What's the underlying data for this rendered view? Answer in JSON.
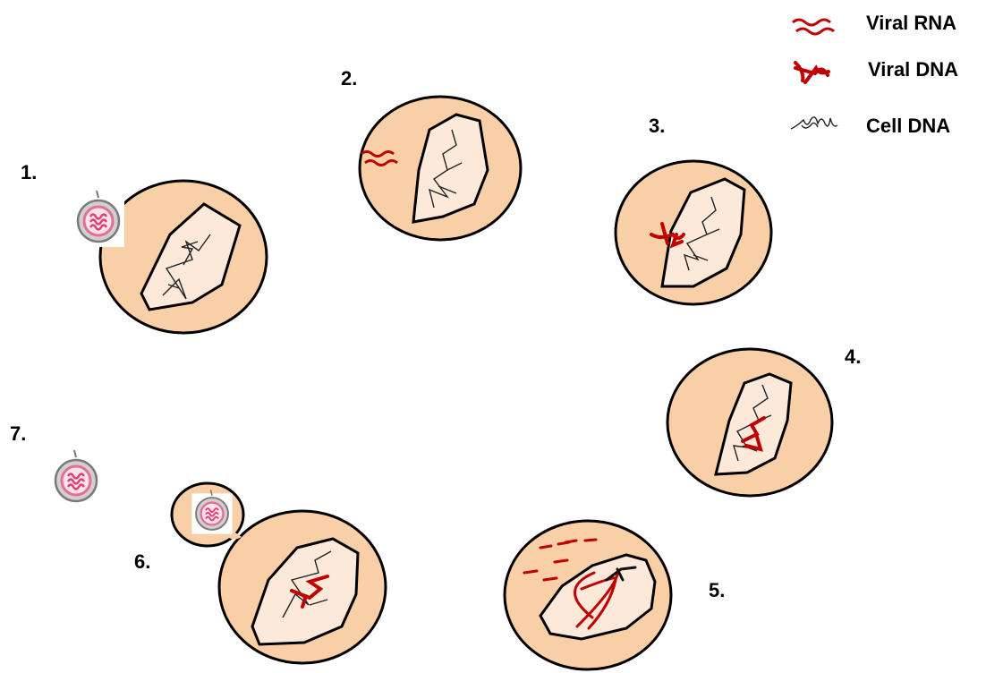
{
  "colors": {
    "cytoplasm": "#f9cfa8",
    "nucleus": "#fde9da",
    "outline": "#000000",
    "viral_red": "#c00000",
    "cell_dna": "#222222",
    "virion_shell": "#cfcfcf",
    "virion_pink": "#f2a2bf"
  },
  "legend": {
    "items": [
      {
        "icon": "viral-rna-icon",
        "label": "Viral RNA"
      },
      {
        "icon": "viral-dna-icon",
        "label": "Viral DNA"
      },
      {
        "icon": "cell-dna-icon",
        "label": "Cell DNA"
      }
    ]
  },
  "steps": [
    {
      "label": "1."
    },
    {
      "label": "2."
    },
    {
      "label": "3."
    },
    {
      "label": "4."
    },
    {
      "label": "5."
    },
    {
      "label": "6."
    },
    {
      "label": "7."
    }
  ]
}
